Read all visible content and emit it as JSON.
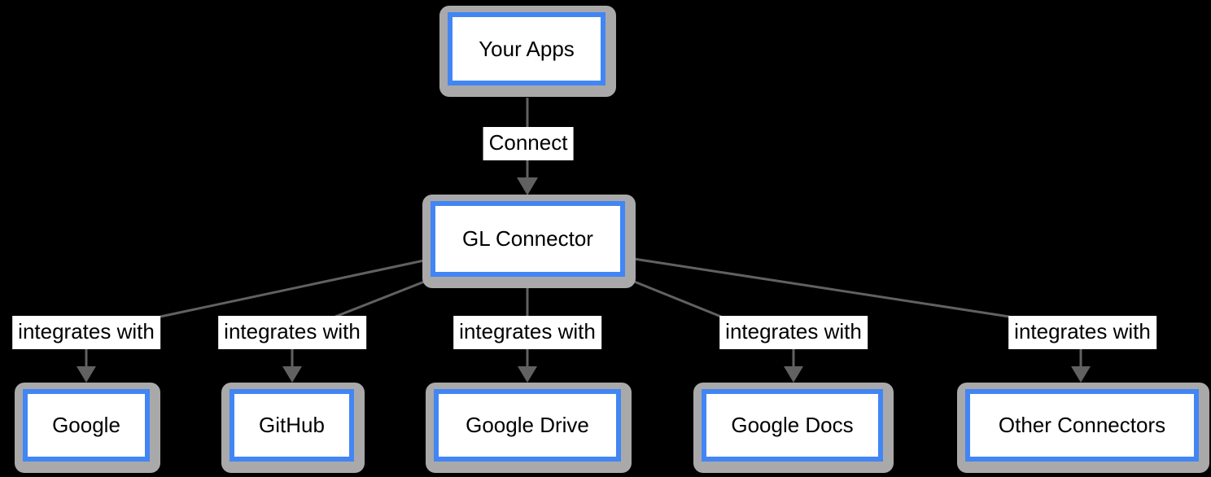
{
  "diagram": {
    "type": "flowchart",
    "background": "#000000",
    "colors": {
      "node_fill": "#ffffff",
      "node_border": "#4285f4",
      "node_frame": "#a9a9a9",
      "edge_line": "#616161",
      "edge_label_bg": "#ffffff",
      "text": "#000000"
    },
    "nodes": [
      {
        "id": "your-apps",
        "label": "Your Apps"
      },
      {
        "id": "gl-connector",
        "label": "GL Connector"
      },
      {
        "id": "google",
        "label": "Google"
      },
      {
        "id": "github",
        "label": "GitHub"
      },
      {
        "id": "google-drive",
        "label": "Google Drive"
      },
      {
        "id": "google-docs",
        "label": "Google Docs"
      },
      {
        "id": "other-connectors",
        "label": "Other Connectors"
      }
    ],
    "edges": [
      {
        "from": "Your Apps",
        "to": "GL Connector",
        "label": "Connect"
      },
      {
        "from": "GL Connector",
        "to": "Google",
        "label": "integrates with"
      },
      {
        "from": "GL Connector",
        "to": "GitHub",
        "label": "integrates with"
      },
      {
        "from": "GL Connector",
        "to": "Google Drive",
        "label": "integrates with"
      },
      {
        "from": "GL Connector",
        "to": "Google Docs",
        "label": "integrates with"
      },
      {
        "from": "GL Connector",
        "to": "Other Connectors",
        "label": "integrates with"
      }
    ]
  }
}
